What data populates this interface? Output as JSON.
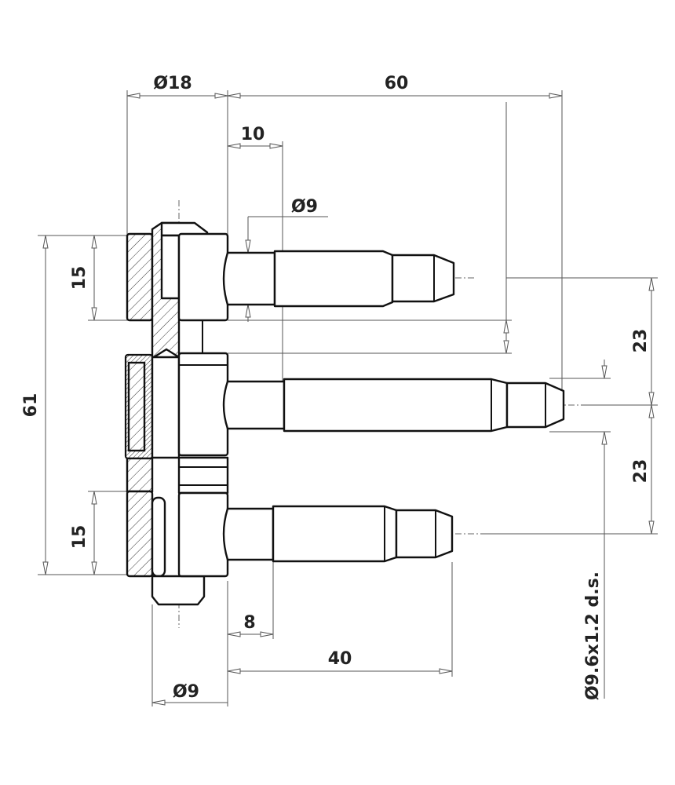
{
  "title": "Hinge technical drawing",
  "dimensions": {
    "top_diameter": "Ø18",
    "overall_length": "60",
    "offset_top": "10",
    "pin_diameter_top": "Ø9",
    "total_height": "61",
    "upper_knuckle_height": "15",
    "lower_knuckle_height": "15",
    "upper_spacing": "23",
    "lower_spacing": "23",
    "thread_spec": "Ø9.6x1.2 d.s.",
    "shoulder_length": "8",
    "pin_length": "40",
    "pin_diameter_bottom": "Ø9"
  }
}
